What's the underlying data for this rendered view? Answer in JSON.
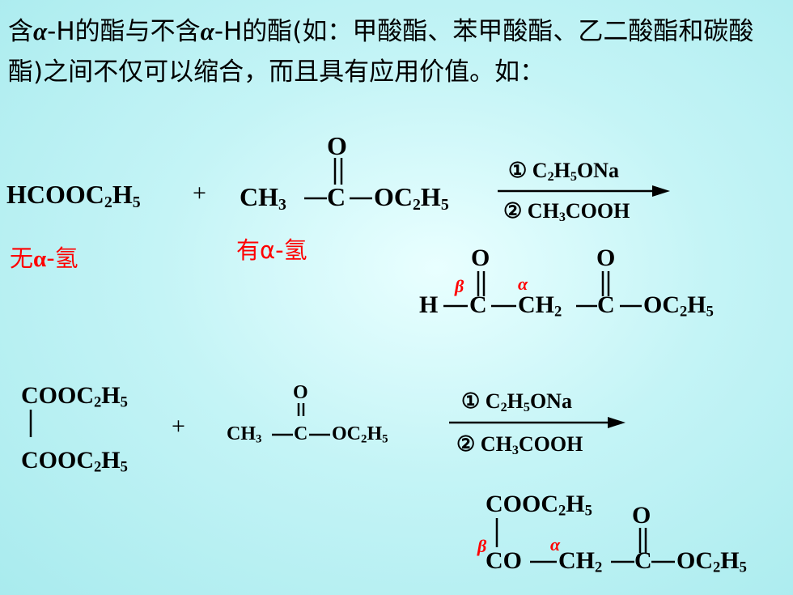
{
  "intro": {
    "p1": "含",
    "a1": "α",
    "p2": "-H的酯与不含",
    "a2": "α",
    "p3": "-H的酯(如：甲酸酯、苯甲酸酯、乙二酸酯和碳酸酯)之间不仅可以缩合，而且具有应用价值。如："
  },
  "rxn1": {
    "reactant1": "HCOOC",
    "sub2": "2",
    "h": "H",
    "sub5": "5",
    "plus": "+",
    "ch3": "CH",
    "sub3": "3",
    "c": "C",
    "o": "O",
    "oc2h5": "OC",
    "label_no_alpha_pre": "无",
    "label_alpha": "α",
    "label_no_alpha_post": "-氢",
    "label_has_alpha": "有α-氢",
    "cond1": "① C",
    "cond1_h": "H",
    "cond1_ona": "ONa",
    "cond2": "② CH",
    "cond2_cooh": "COOH",
    "p_h": "H",
    "p_ch2": "CH",
    "beta": "β",
    "alpha": "α"
  },
  "rxn2": {
    "cooc": "COOC",
    "h": "H",
    "co": "CO",
    "ch2": "CH",
    "c": "C",
    "o": "O",
    "oc": "OC",
    "ch3": "CH",
    "plus": "+",
    "beta": "β",
    "alpha": "α"
  }
}
